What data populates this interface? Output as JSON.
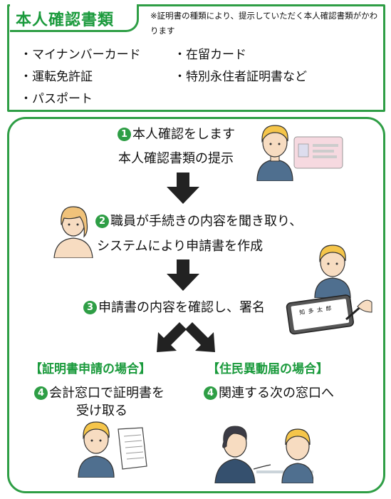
{
  "documents": {
    "title": "本人確認書類",
    "note": "※証明書の種類により、提示していただく本人確認書類がかわります",
    "items": [
      "・マイナンバーカード",
      "・在留カード",
      "・運転免許証",
      "・特別永住者証明書など",
      "・パスポート"
    ]
  },
  "steps": {
    "step1": {
      "num": "1",
      "line1": "本人確認をします",
      "line2": "本人確認書類の提示"
    },
    "step2": {
      "num": "2",
      "line1": "職員が手続きの内容を聞き取り、",
      "line2": "システムにより申請書を作成"
    },
    "step3": {
      "num": "3",
      "line1": "申請書の内容を確認し、署名"
    }
  },
  "cases": {
    "left": {
      "heading": "【証明書申請の場合】",
      "num": "4",
      "line1": "会計窓口で証明書を",
      "line2": "受け取る"
    },
    "right": {
      "heading": "【住民異動届の場合】",
      "num": "4",
      "line1": "関連する次の窓口へ"
    }
  },
  "tablet_signature": "知 多 太 郎",
  "colors": {
    "accent": "#2e9e45",
    "heading": "#1a9a3c",
    "arrow": "#222222",
    "hair": "#f5c54a",
    "shirt": "#4f6f8f",
    "skin": "#f7dcc1"
  }
}
